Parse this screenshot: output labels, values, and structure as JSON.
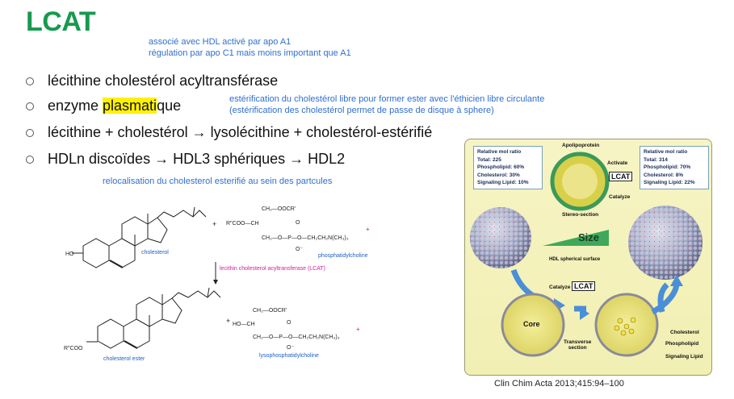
{
  "slide": {
    "title": "LCAT",
    "notes_top": [
      "associé avec HDL activé par apo A1",
      "régulation par apo C1 mais moins important que A1"
    ],
    "bullets": [
      {
        "text": "lécithine cholestérol acyltransférase"
      },
      {
        "pre": "enzyme ",
        "highlight": "plasmati",
        "post": "que"
      },
      {
        "text": "lécithine + cholestérol → lysolécithine + cholestérol-estérifié"
      },
      {
        "text": "HDLn discoïdes → HDL3 sphériques → HDL2"
      }
    ],
    "notes_enzyme": [
      "estérification du cholestérol libre pour former ester avec l'éthicien libre circulante",
      "(estérification des cholestérol permet de passe de disque à sphere)"
    ],
    "note_relocalisation": "relocalisation du cholesterol esterifié au sein des partcules",
    "citation": "Clin Chim Acta 2013;415:94–100",
    "accent_color": "#169a4e",
    "note_color": "#2f6fd0"
  },
  "reaction": {
    "reactant1_label": "cholesterol",
    "reactant2_label": "phosphatidylcholine",
    "enzyme_label": "lecithin cholesterol acyltransferase (LCAT)",
    "product1_label": "cholesterol ester",
    "product2_label": "lysophosphatidylcholine",
    "plus": "+",
    "ho": "HO",
    "rcoo": "R\"COO",
    "pc_line1": "CH₂—OOCR'",
    "pc_line2": "R\"COO—CH",
    "pc_line3": "CH₂—O—P—O—CH₂CH₂N(CH₃)₃",
    "lpc_line1": "CH₂—OOCR'",
    "lpc_line2": "HO—CH",
    "lpc_line3": "CH₂—O—P—O—CH₂CH₂N(CH₃)₃",
    "o_top": "O",
    "o_minus": "O⁻",
    "plus_charge": "+"
  },
  "figure": {
    "box_left": [
      "Relative mol ratio",
      "Total:  225",
      "Phospholipid:  60%",
      "Cholesterol:  30%",
      "Signaling Lipid:  10%"
    ],
    "box_right": [
      "Relative mol ratio",
      "Total:  314",
      "Phospholipid:  70%",
      "Cholesterol:  8%",
      "Signaling Lipid:  22%"
    ],
    "apolipoprotein": "Apolipoprotein",
    "activate": "Activate",
    "lcat": "LCAT",
    "catalyze": "Catalyze",
    "stereo": "Stereo-section",
    "size": "Size",
    "hdl_surface": "HDL spherical surface",
    "core": "Core",
    "transverse": "Transverse\nsection",
    "legend_cholesterol": "Cholesterol",
    "legend_phospholipid": "Phospholipid",
    "legend_signaling": "Signaling Lipid"
  }
}
